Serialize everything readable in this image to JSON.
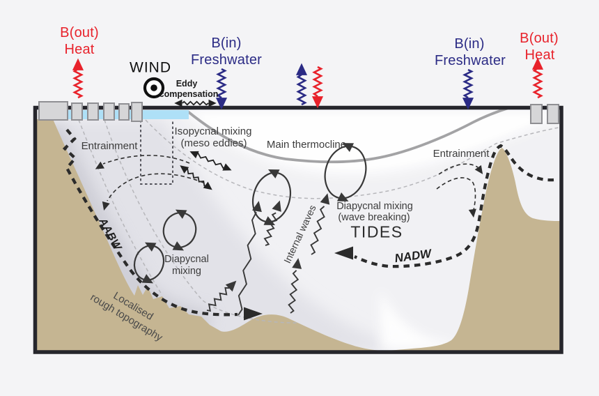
{
  "surface": {
    "wind": {
      "label": "WIND"
    },
    "eddy_compensation": {
      "line1": "Eddy",
      "line2": "compensation"
    },
    "fluxes": {
      "heat_out_left": {
        "line1": "B(out)",
        "line2": "Heat"
      },
      "freshwater_in_left": {
        "line1": "B(in)",
        "line2": "Freshwater"
      },
      "freshwater_in_right": {
        "line1": "B(in)",
        "line2": "Freshwater"
      },
      "heat_out_right": {
        "line1": "B(out)",
        "line2": "Heat"
      }
    }
  },
  "interior": {
    "entrainment_left": "Entrainment",
    "entrainment_right": "Entrainment",
    "isopycnal_mixing": {
      "line1": "Isopycnal mixing",
      "line2": "(meso eddies)"
    },
    "main_thermocline": "Main thermocline",
    "diapycnal_mixing_waves": {
      "line1": "Diapycnal mixing",
      "line2": "(wave breaking)"
    },
    "tides": "TIDES",
    "water_masses": {
      "nadw": "NADW",
      "aabw": "AABW"
    },
    "diapycnal_mixing_bottom": {
      "line1": "Diapycnal",
      "line2": "mixing"
    },
    "internal_waves": "Internal waves",
    "topography": {
      "line1": "Localised",
      "line2": "rough topography"
    }
  },
  "icons": {
    "wind-out-of-page-icon": "circled dot (flow out of page)",
    "heat-flux-arrow": "red wavy arrow",
    "freshwater-flux-arrow": "blue wavy arrow",
    "eddy-icon": "elliptical circulation arrows",
    "internal-wave-arrow": "wavy vertical arrow"
  },
  "colors": {
    "heat_red": "#e8222b",
    "freshwater_blue": "#2b2b85",
    "seafloor_tan": "#c5b592",
    "surface_layer_blue": "#aee0f7",
    "outline_dark": "#2b2b2b",
    "thermocline_gray": "#a3a3a5",
    "background": "#f4f4f6"
  }
}
